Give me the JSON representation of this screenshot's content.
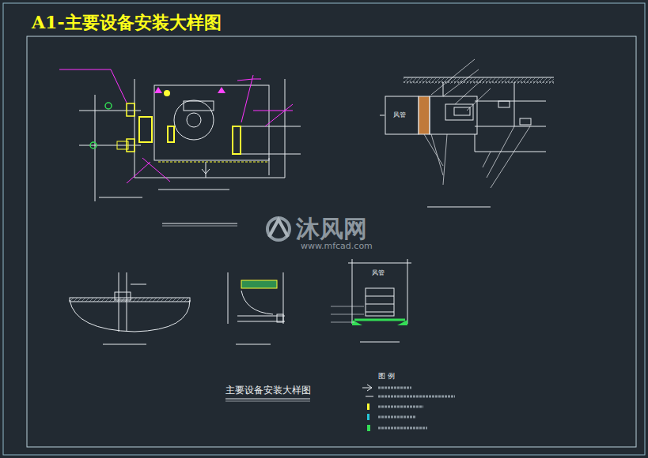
{
  "diagram": {
    "title": "A1-主要设备安装大样图",
    "caption": "主要设备安装大样图",
    "labels": [
      "沐风网",
      "www.mfcad.com",
      "图 例",
      "风管",
      "风管"
    ]
  }
}
